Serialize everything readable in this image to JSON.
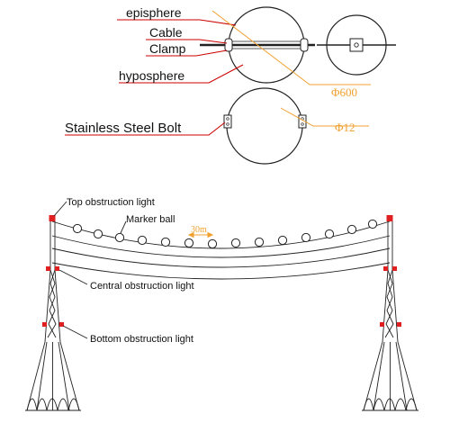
{
  "labels": {
    "episphere": "episphere",
    "cable": "Cable",
    "clamp": "Clamp",
    "hyposphere": "hyposphere",
    "bolt": "Stainless Steel Bolt",
    "top_light": "Top obstruction light",
    "marker_ball": "Marker ball",
    "central_light": "Central obstruction light",
    "bottom_light": "Bottom obstruction light"
  },
  "dimensions": {
    "sphere_diameter": "Φ600",
    "bolt_diameter": "Φ12",
    "spacing": "30m"
  },
  "colors": {
    "leader": "#cc0000",
    "dimension": "#f0a030",
    "drawing": "#222222",
    "light": "#e02020"
  }
}
